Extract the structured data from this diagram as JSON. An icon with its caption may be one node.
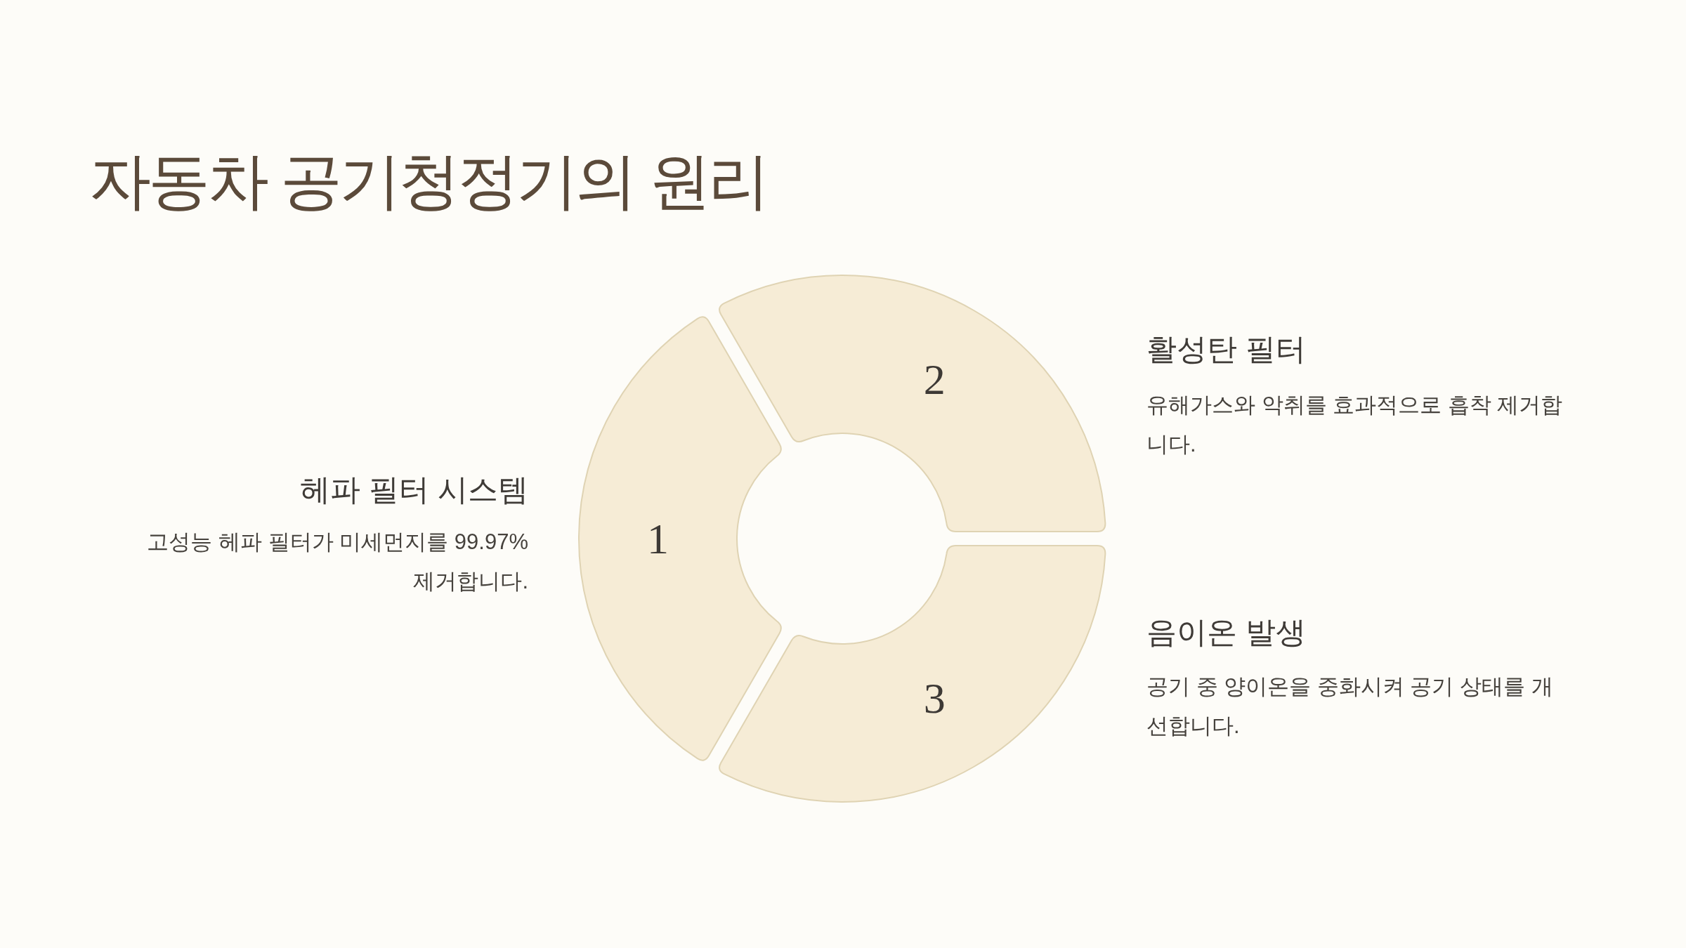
{
  "diagram": {
    "title": "자동차 공기청정기의 원리",
    "nodes": [
      {
        "text": [
          "1"
        ],
        "beside": [
          "헤파 필터 시스템",
          "고성능 헤파 필터가 미세먼지를 99.97% 제거합니다."
        ]
      },
      {
        "text": [
          "2"
        ],
        "beside": [
          "활성탄 필터",
          "유해가스와 악취를 효과적으로 흡착 제거합니다."
        ]
      },
      {
        "text": [
          "3"
        ],
        "beside": [
          "음이온 발생",
          "공기 중 양이온을 중화시켜 공기 상태를 개선합니다."
        ]
      }
    ]
  }
}
